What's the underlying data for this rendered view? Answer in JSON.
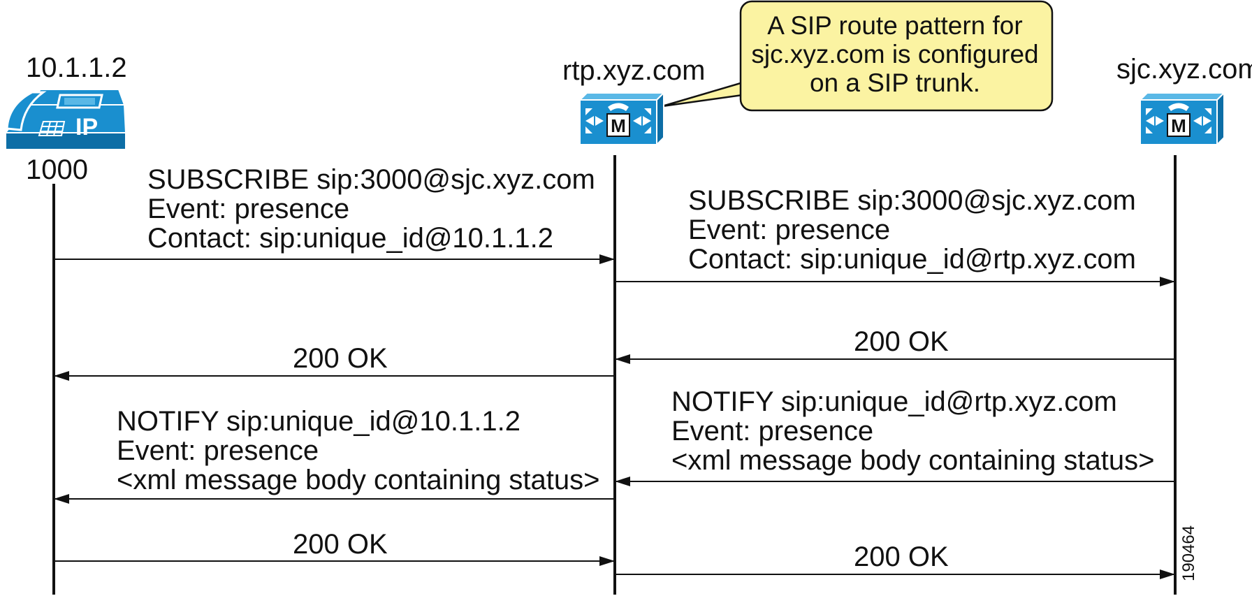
{
  "nodes": {
    "phone": {
      "ip": "10.1.1.2",
      "extension": "1000",
      "icon_text": "IP",
      "icon": "ip-phone-icon"
    },
    "rtp": {
      "label": "rtp.xyz.com",
      "icon_text": "M",
      "icon": "call-manager-icon"
    },
    "sjc": {
      "label": "sjc.xyz.com",
      "icon_text": "M",
      "icon": "call-manager-icon"
    }
  },
  "callout": {
    "lines": [
      "A SIP route pattern for",
      "sjc.xyz.com is configured",
      "on a SIP trunk."
    ]
  },
  "messages": {
    "m1": [
      "SUBSCRIBE sip:3000@sjc.xyz.com",
      "Event: presence",
      "Contact: sip:unique_id@10.1.1.2"
    ],
    "m2": [
      "SUBSCRIBE sip:3000@sjc.xyz.com",
      "Event: presence",
      "Contact: sip:unique_id@rtp.xyz.com"
    ],
    "m3": [
      "200 OK"
    ],
    "m4": [
      "200 OK"
    ],
    "m5": [
      "NOTIFY sip:unique_id@rtp.xyz.com",
      "Event: presence",
      "<xml message body containing status>"
    ],
    "m6": [
      "NOTIFY sip:unique_id@10.1.1.2",
      "Event: presence",
      "<xml message body containing status>"
    ],
    "m7": [
      "200 OK"
    ],
    "m8": [
      "200 OK"
    ]
  },
  "figure_id": "190464",
  "colors": {
    "device_blue": "#1a8fcf",
    "device_blue_dark": "#0d6ea6",
    "device_blue_light": "#5ab8e6",
    "callout_fill": "#fbf3a2",
    "line": "#111111"
  }
}
